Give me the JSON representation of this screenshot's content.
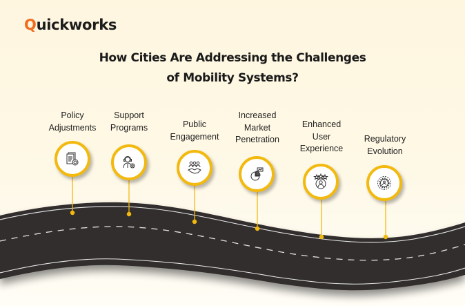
{
  "brand": {
    "logo_first": "Q",
    "logo_rest": "uickworks",
    "accent_color": "#f26b1d"
  },
  "title": {
    "line1": "How Cities Are Addressing the Challenges",
    "line2": "of Mobility Systems?"
  },
  "colors": {
    "road": "#312e2f",
    "marker": "#f2b90f",
    "lane_line": "#e6e6e6",
    "background": "#fef7e2"
  },
  "milestones": [
    {
      "label_lines": [
        "Policy",
        "Adjustments"
      ],
      "icon": "policy-document-icon"
    },
    {
      "label_lines": [
        "Support",
        "Programs"
      ],
      "icon": "support-agent-gear-icon"
    },
    {
      "label_lines": [
        "Public",
        "Engagement"
      ],
      "icon": "handshake-group-icon"
    },
    {
      "label_lines": [
        "Increased",
        "Market",
        "Penetration"
      ],
      "icon": "pie-chart-growth-icon"
    },
    {
      "label_lines": [
        "Enhanced",
        "User",
        "Experience"
      ],
      "icon": "user-rating-stars-icon"
    },
    {
      "label_lines": [
        "Regulatory",
        "Evolution"
      ],
      "icon": "gear-cycle-icon"
    }
  ]
}
